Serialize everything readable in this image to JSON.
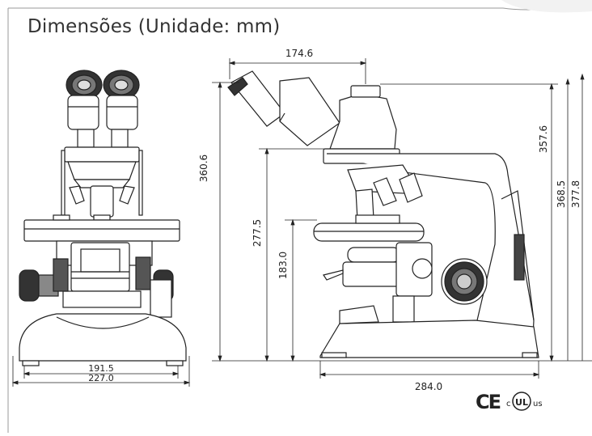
{
  "title": "Dimensões (Unidade: mm)",
  "dimensions": {
    "top_width": "174.6",
    "height_total_left": "360.6",
    "height_eyepiece": "357.6",
    "height_368": "368.5",
    "height_377": "377.8",
    "height_stage": "277.5",
    "height_condenser": "183.0",
    "front_width_inner": "191.5",
    "front_width_outer": "227.0",
    "side_depth": "284.0"
  },
  "certifications": {
    "ce": "CE",
    "ul_c": "c",
    "ul_mark": "UL",
    "ul_us": "us"
  },
  "colors": {
    "line": "#222222",
    "border": "#9a9a9a",
    "text": "#222222"
  }
}
